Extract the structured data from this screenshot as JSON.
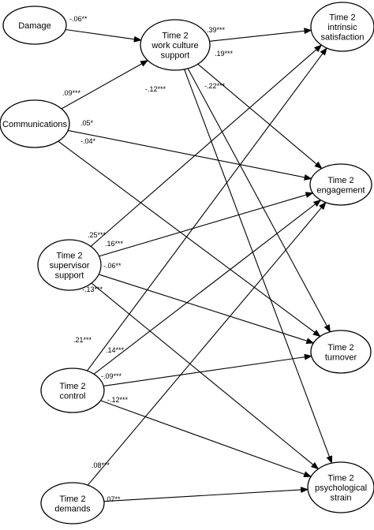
{
  "nodes": {
    "damage": {
      "lines": [
        "Damage"
      ]
    },
    "communications": {
      "lines": [
        "Communications"
      ]
    },
    "work_culture": {
      "lines": [
        "Time 2",
        "work culture",
        "support"
      ]
    },
    "supervisor": {
      "lines": [
        "Time 2",
        "supervisor",
        "support"
      ]
    },
    "control": {
      "lines": [
        "Time 2",
        "control"
      ]
    },
    "demands": {
      "lines": [
        "Time 2",
        "demands"
      ]
    },
    "intrinsic": {
      "lines": [
        "Time 2",
        "intrinsic",
        "satisfaction"
      ]
    },
    "engagement": {
      "lines": [
        "Time 2",
        "engagement"
      ]
    },
    "turnover": {
      "lines": [
        "Time 2",
        "turnover"
      ]
    },
    "strain": {
      "lines": [
        "Time 2",
        "psychological",
        "strain"
      ]
    }
  },
  "edges": [
    {
      "id": "damage-workculture",
      "from": "damage",
      "to": "work_culture",
      "label": "-.06**"
    },
    {
      "id": "comm-workculture",
      "from": "communications",
      "to": "work_culture",
      "label": ".09***"
    },
    {
      "id": "comm-engagement",
      "from": "communications",
      "to": "engagement",
      "label": ".05*"
    },
    {
      "id": "comm-turnover",
      "from": "communications",
      "to": "turnover",
      "label": "-.04*"
    },
    {
      "id": "workculture-intrinsic",
      "from": "work_culture",
      "to": "intrinsic",
      "label": ".39***"
    },
    {
      "id": "workculture-engagement",
      "from": "work_culture",
      "to": "engagement",
      "label": ".19***"
    },
    {
      "id": "workculture-turnover",
      "from": "work_culture",
      "to": "turnover",
      "label": "-.22***"
    },
    {
      "id": "workculture-strain",
      "from": "work_culture",
      "to": "strain",
      "label": "-.12***"
    },
    {
      "id": "supervisor-intrinsic",
      "from": "supervisor",
      "to": "intrinsic",
      "label": ".25***"
    },
    {
      "id": "supervisor-engagement",
      "from": "supervisor",
      "to": "engagement",
      "label": ".16***"
    },
    {
      "id": "supervisor-turnover",
      "from": "supervisor",
      "to": "turnover",
      "label": "-.06**"
    },
    {
      "id": "supervisor-strain",
      "from": "supervisor",
      "to": "strain",
      "label": "-.13***"
    },
    {
      "id": "control-intrinsic",
      "from": "control",
      "to": "intrinsic",
      "label": ".21***"
    },
    {
      "id": "control-engagement",
      "from": "control",
      "to": "engagement",
      "label": ".14***"
    },
    {
      "id": "control-turnover",
      "from": "control",
      "to": "turnover",
      "label": "-.09***"
    },
    {
      "id": "control-strain",
      "from": "control",
      "to": "strain",
      "label": "-.12***"
    },
    {
      "id": "demands-engagement",
      "from": "demands",
      "to": "engagement",
      "label": ".08***"
    },
    {
      "id": "demands-strain",
      "from": "demands",
      "to": "strain",
      "label": ".07**"
    }
  ]
}
